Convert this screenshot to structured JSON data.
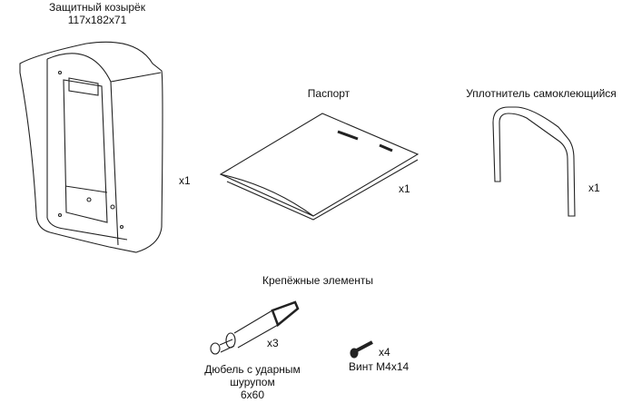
{
  "items": {
    "hood": {
      "title": "Защитный козырёк",
      "size": "117x182x71",
      "qty": "x1"
    },
    "passport": {
      "title": "Паспорт",
      "qty": "x1"
    },
    "seal": {
      "title": "Уплотнитель самоклеющийся",
      "qty": "x1"
    },
    "fasteners": {
      "title": "Крепёжные элементы"
    },
    "dowel": {
      "line1": "Дюбель с ударным",
      "line2": "шурупом",
      "line3": "6x60",
      "qty": "x3"
    },
    "screw": {
      "title": "Винт M4x14",
      "qty": "x4"
    }
  }
}
